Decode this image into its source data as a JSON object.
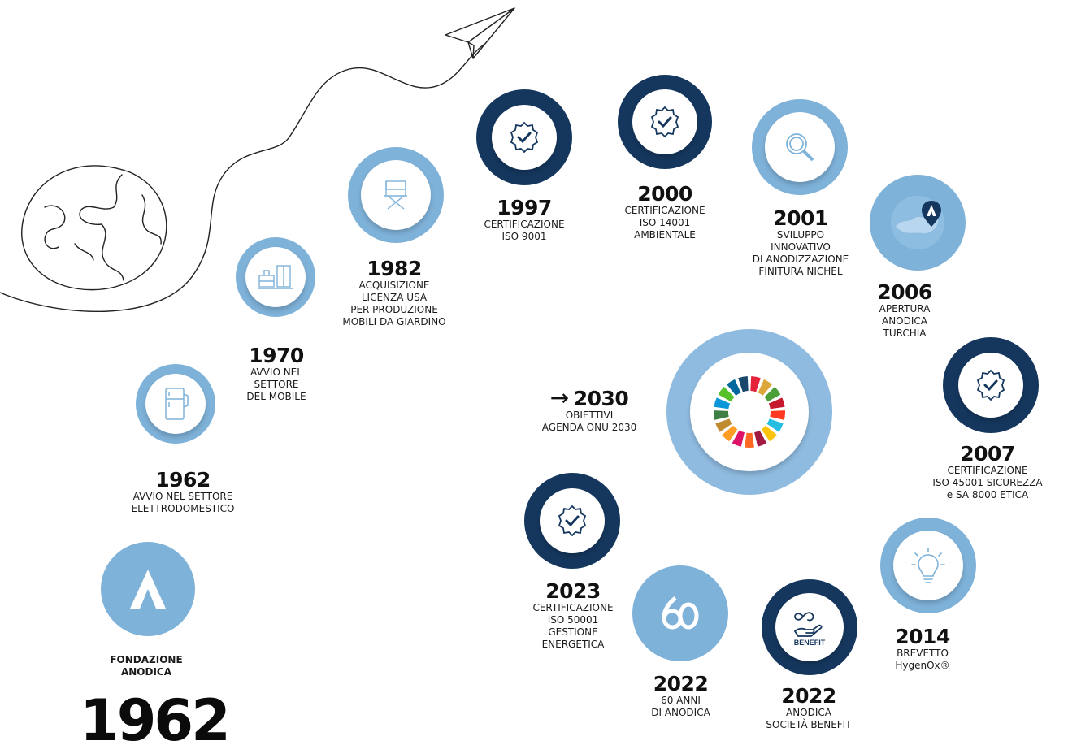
{
  "colors": {
    "light_blue": "#7fb2d9",
    "dark_blue": "#15375e",
    "pale_blue": "#a9c9e4",
    "text": "#111111"
  },
  "milestones": [
    {
      "year": "1962",
      "lines": [
        "AVVIO NEL SETTORE",
        "ELETTRODOMESTICO"
      ],
      "icon": "refrigerator-icon",
      "ring": "light"
    },
    {
      "year": "1970",
      "lines": [
        "AVVIO NEL",
        "SETTORE",
        "DEL MOBILE"
      ],
      "icon": "furniture-icon",
      "ring": "light"
    },
    {
      "year": "1982",
      "lines": [
        "ACQUISIZIONE",
        "LICENZA USA",
        "PER PRODUZIONE",
        "MOBILI DA GIARDINO"
      ],
      "icon": "directors-chair-icon",
      "ring": "light"
    },
    {
      "year": "1997",
      "lines": [
        "CERTIFICAZIONE",
        "ISO 9001"
      ],
      "icon": "certified-badge-icon",
      "ring": "dark"
    },
    {
      "year": "2000",
      "lines": [
        "CERTIFICAZIONE",
        "ISO 14001",
        "AMBIENTALE"
      ],
      "icon": "certified-badge-icon",
      "ring": "dark"
    },
    {
      "year": "2001",
      "lines": [
        "SVILUPPO",
        "INNOVATIVO",
        "DI ANODIZZAZIONE",
        "FINITURA NICHEL"
      ],
      "icon": "magnifier-icon",
      "ring": "light"
    },
    {
      "year": "2006",
      "lines": [
        "APERTURA",
        "ANODICA",
        "TURCHIA"
      ],
      "icon": "map-pin-icon",
      "ring": "light"
    },
    {
      "year": "2007",
      "lines": [
        "CERTIFICAZIONE",
        "ISO 45001 SICUREZZA",
        "e SA 8000 ETICA"
      ],
      "icon": "certified-badge-icon",
      "ring": "dark"
    },
    {
      "year": "2014",
      "lines": [
        "BREVETTO",
        "HygenOx®"
      ],
      "icon": "lightbulb-icon",
      "ring": "light"
    },
    {
      "year": "2022",
      "lines": [
        "ANODICA",
        "SOCIETÀ BENEFIT"
      ],
      "icon": "benefit-icon",
      "ring": "dark",
      "icon_text": "BENEFIT"
    },
    {
      "year": "2022",
      "lines": [
        "60 ANNI",
        "DI ANODICA"
      ],
      "icon": "sixty-icon",
      "ring": "light"
    },
    {
      "year": "2023",
      "lines": [
        "CERTIFICAZIONE",
        "ISO 50001",
        "GESTIONE",
        "ENERGETICA"
      ],
      "icon": "certified-badge-icon",
      "ring": "dark"
    }
  ],
  "goal": {
    "arrow": "→",
    "year": "2030",
    "lines": [
      "OBIETTIVI",
      "AGENDA ONU 2030"
    ],
    "icon": "sdg-wheel-icon"
  },
  "foundation": {
    "lines": [
      "FONDAZIONE",
      "ANODICA"
    ],
    "year": "1962",
    "icon": "anodica-logo-icon"
  }
}
